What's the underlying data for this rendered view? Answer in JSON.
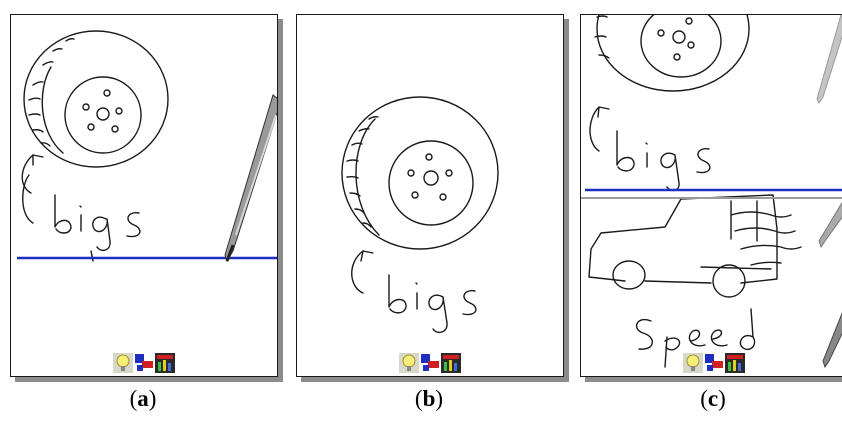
{
  "captions": [
    {
      "open": "(",
      "letter": "a",
      "close": ")"
    },
    {
      "open": "(",
      "letter": "b",
      "close": ")"
    },
    {
      "open": "(",
      "letter": "c",
      "close": ")"
    }
  ],
  "toolbar_icons": [
    "lightbulb-icon",
    "color-palette-icon",
    "chart-bars-icon"
  ],
  "colors": {
    "ink": "#1a1a1a",
    "selection_line": "#1f2fbf",
    "stylus": "#8a8a8a",
    "panel_shadow": "#8c8c8c",
    "lightbulb": "#f7ee7a"
  }
}
